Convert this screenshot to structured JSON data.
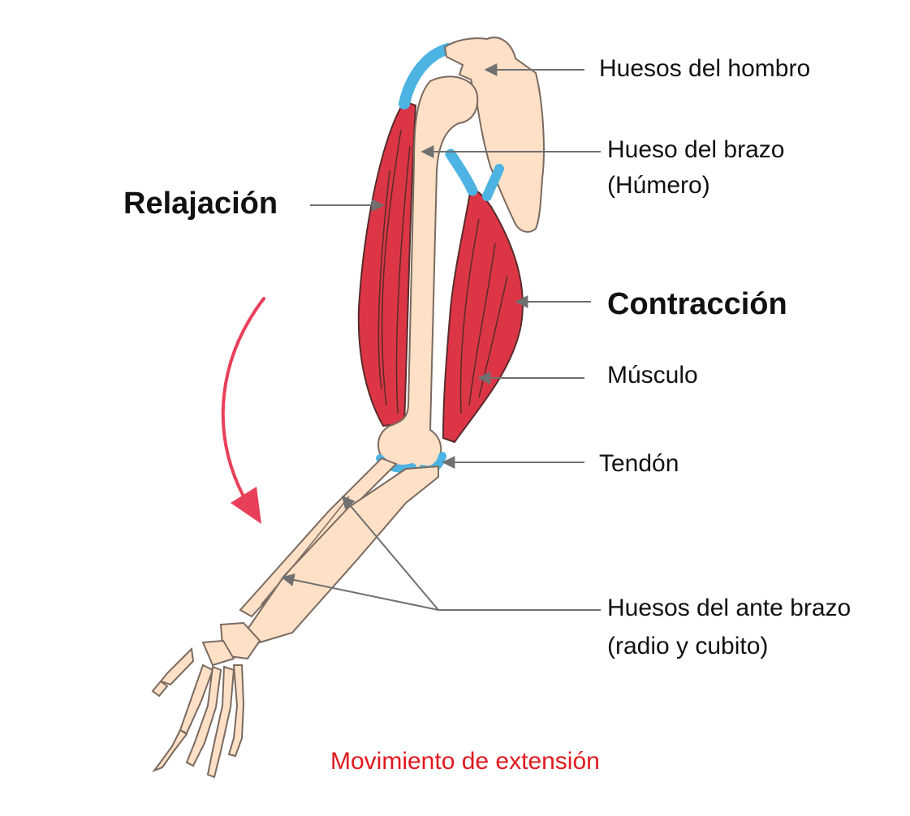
{
  "labels": {
    "shoulder_bones": "Huesos del hombro",
    "arm_bone_line1": "Hueso del brazo",
    "arm_bone_line2": "(Húmero)",
    "relaxation": "Relajación",
    "contraction": "Contracción",
    "muscle": "Músculo",
    "tendon": "Tendón",
    "forearm_line1": "Huesos del ante brazo",
    "forearm_line2": "(radio y cubito)",
    "caption": "Movimiento de extensión"
  },
  "colors": {
    "bone": "#fde0c6",
    "bone_outline": "#7a6a60",
    "muscle": "#dc3646",
    "muscle_outline": "#5a2a2a",
    "tendon": "#4db3e3",
    "leader_line": "#707070",
    "motion_arrow": "#e8405a",
    "caption": "#e0191f"
  },
  "icons": {
    "motion": "curved-arrow-down-icon"
  }
}
